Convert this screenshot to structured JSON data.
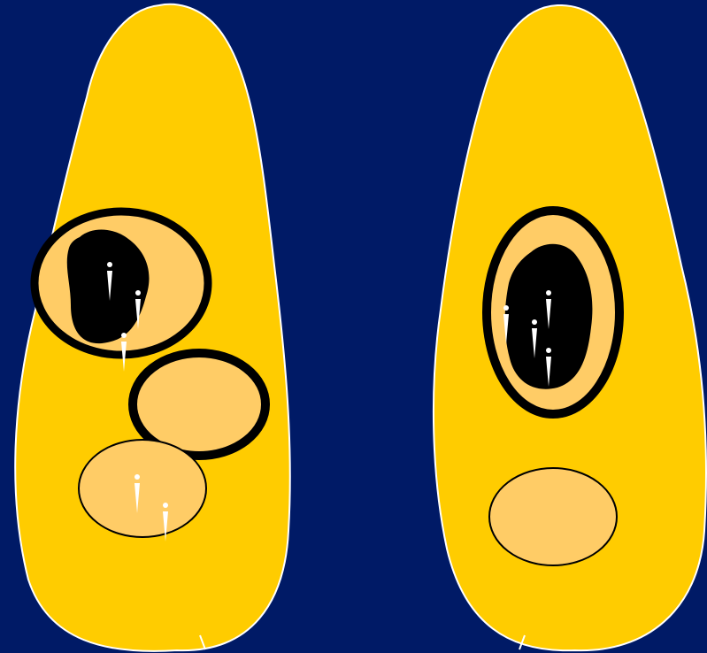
{
  "colors": {
    "background": "#001a66",
    "kernel_fill": "#ffcc00",
    "kernel_outline": "#ffffff",
    "lesion_fill": "#ffcc66",
    "lesion_ring": "#000000",
    "necrosis": "#000000",
    "droplet": "#ffffff"
  },
  "icons": {
    "droplet": "droplet-icon"
  },
  "kernels": [
    {
      "id": "left",
      "lesions": [
        {
          "id": "upper",
          "ring": "thick",
          "necrotic_center": true,
          "droplets": 3
        },
        {
          "id": "middle",
          "ring": "thick",
          "necrotic_center": false,
          "droplets": 0
        },
        {
          "id": "lower",
          "ring": "thin",
          "necrotic_center": false,
          "droplets": 2
        }
      ]
    },
    {
      "id": "right",
      "lesions": [
        {
          "id": "upper",
          "ring": "thick",
          "necrotic_center": true,
          "droplets": 4
        },
        {
          "id": "lower",
          "ring": "thin",
          "necrotic_center": false,
          "droplets": 0
        }
      ]
    }
  ]
}
